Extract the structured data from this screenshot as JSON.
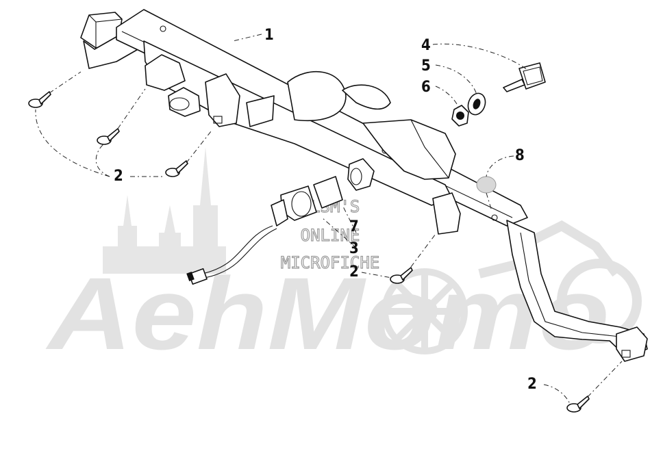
{
  "watermark": {
    "brand": "AehMomo",
    "line1": "HLSM'S",
    "line2": "ONLINE",
    "line3": "MICROFICHE"
  },
  "callouts": {
    "c1": "1",
    "c2a": "2",
    "c2b": "2",
    "c2c": "2",
    "c3": "3",
    "c4": "4",
    "c5": "5",
    "c6": "6",
    "c7": "7",
    "c8": "8"
  }
}
